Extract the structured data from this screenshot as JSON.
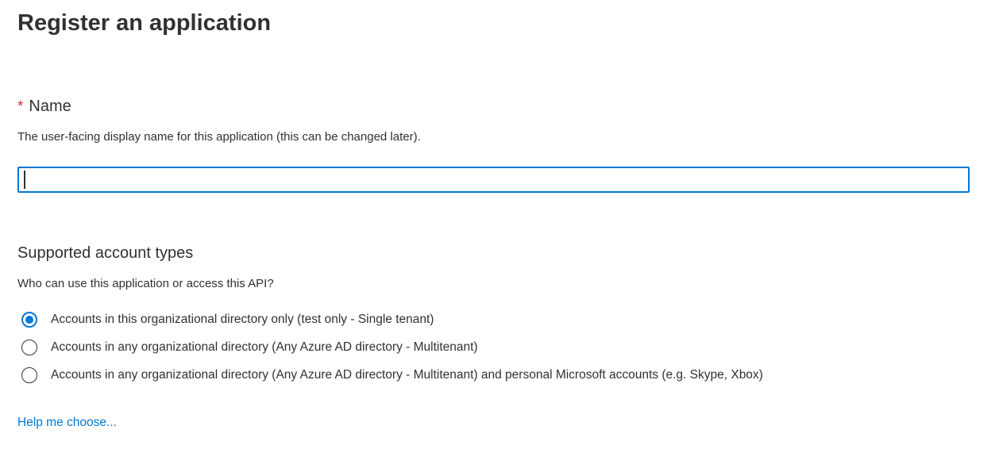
{
  "page": {
    "title": "Register an application"
  },
  "name_section": {
    "required_marker": "*",
    "label": "Name",
    "description": "The user-facing display name for this application (this can be changed later).",
    "input_value": "",
    "input_placeholder": ""
  },
  "account_types": {
    "heading": "Supported account types",
    "question": "Who can use this application or access this API?",
    "options": [
      {
        "label": "Accounts in this organizational directory only (test only - Single tenant)",
        "selected": true
      },
      {
        "label": "Accounts in any organizational directory (Any Azure AD directory - Multitenant)",
        "selected": false
      },
      {
        "label": "Accounts in any organizational directory (Any Azure AD directory - Multitenant) and personal Microsoft accounts (e.g. Skype, Xbox)",
        "selected": false
      }
    ]
  },
  "help_link": {
    "label": "Help me choose..."
  },
  "colors": {
    "accent_blue": "#0078d4",
    "required_red": "#d13438",
    "text_dark": "#323130"
  }
}
